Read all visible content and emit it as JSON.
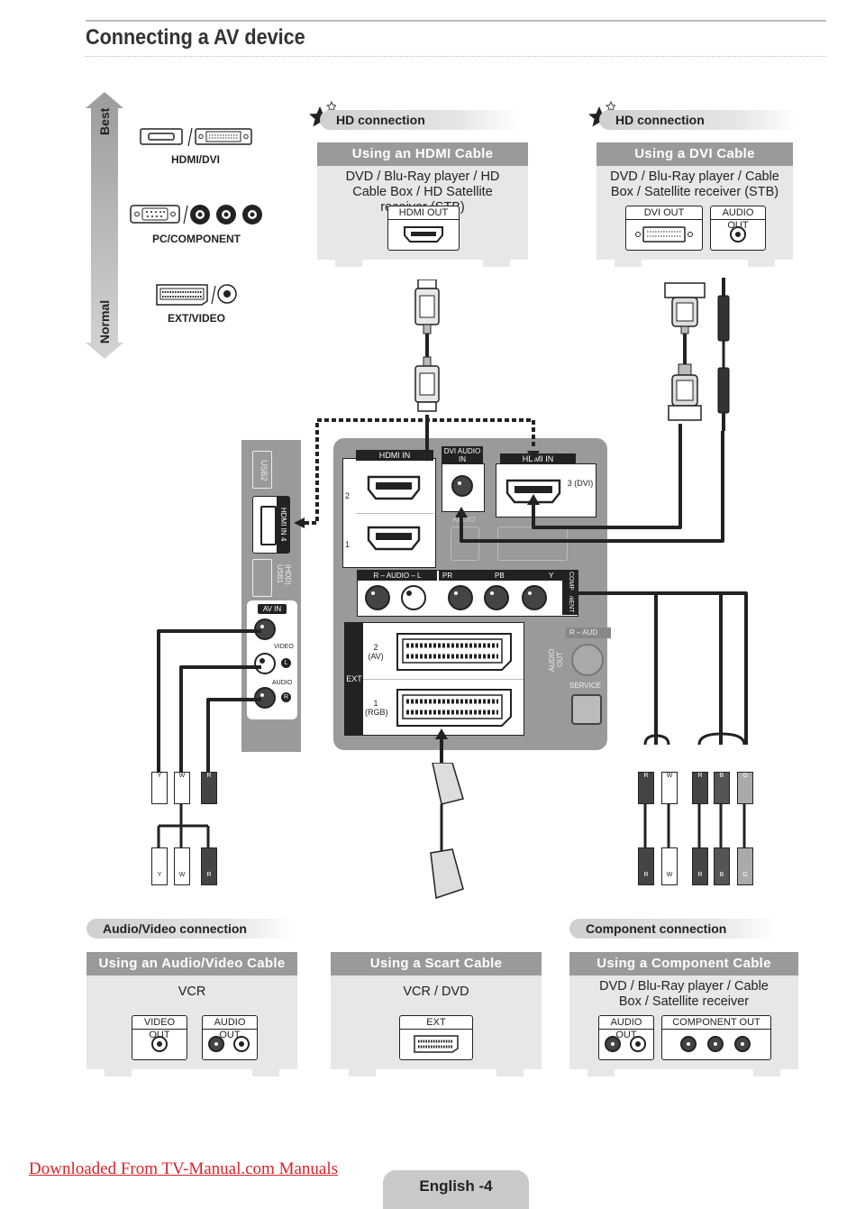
{
  "page": {
    "title": "Connecting a AV device",
    "footer_link": "Downloaded From TV-Manual.com Manuals",
    "page_label": "English -4"
  },
  "quality_scale": {
    "top": "Best",
    "bottom": "Normal",
    "items": [
      {
        "label": "HDMI/DVI"
      },
      {
        "label": "PC/COMPONENT"
      },
      {
        "label": "EXT/VIDEO"
      }
    ]
  },
  "sections": {
    "hd_left": "HD connection",
    "hd_right": "HD connection",
    "av": "Audio/Video connection",
    "component": "Component connection"
  },
  "cards": {
    "hdmi": {
      "title": "Using an HDMI Cable",
      "desc": "DVD / Blu-Ray player / HD Cable Box / HD Satellite receiver (STB)",
      "ports": [
        "HDMI OUT"
      ]
    },
    "dvi": {
      "title": "Using a DVI Cable",
      "desc": "DVD / Blu-Ray player / Cable Box / Satellite receiver (STB)",
      "ports": [
        "DVI OUT",
        "AUDIO OUT"
      ]
    },
    "av": {
      "title": "Using an Audio/Video Cable",
      "desc": "VCR",
      "ports": [
        "VIDEO OUT",
        "AUDIO OUT"
      ]
    },
    "scart": {
      "title": "Using a Scart Cable",
      "desc": "VCR / DVD",
      "ports": [
        "EXT"
      ]
    },
    "component": {
      "title": "Using a Component Cable",
      "desc": "DVD / Blu-Ray player / Cable Box / Satellite receiver",
      "ports": [
        "AUDIO OUT",
        "COMPONENT OUT"
      ]
    }
  },
  "tv_panel": {
    "side": {
      "usb2": "USB2",
      "hdmi4": "HDMI IN 4",
      "usb1": "(HDD) USB1",
      "av_in": "AV IN",
      "video": "VIDEO",
      "audio": "AUDIO",
      "l": "L",
      "r": "R"
    },
    "rear": {
      "hdmi_in_left": "HDMI IN",
      "hdmi_num2": "2",
      "hdmi_num1": "1",
      "dvi_audio_in": "DVI AUDIO IN",
      "hdmi_in_right": "HDMI IN",
      "hdmi3": "3 (DVI)",
      "audio_faded": "AUDIO",
      "audio_lr": "R – AUDIO – L",
      "pr": "PR",
      "pb": "PB",
      "y": "Y",
      "component_in": "COMPONENT IN",
      "ext": "EXT",
      "ext2": "2 (AV)",
      "ext1": "1 (RGB)",
      "audio_out": "AUDIO OUT",
      "r_aud": "R – AUD",
      "service": "SERVICE"
    }
  },
  "plug_letters": {
    "av": [
      "Y",
      "W",
      "R"
    ],
    "comp_audio": [
      "R",
      "W"
    ],
    "comp_video": [
      "R",
      "B",
      "G"
    ]
  }
}
